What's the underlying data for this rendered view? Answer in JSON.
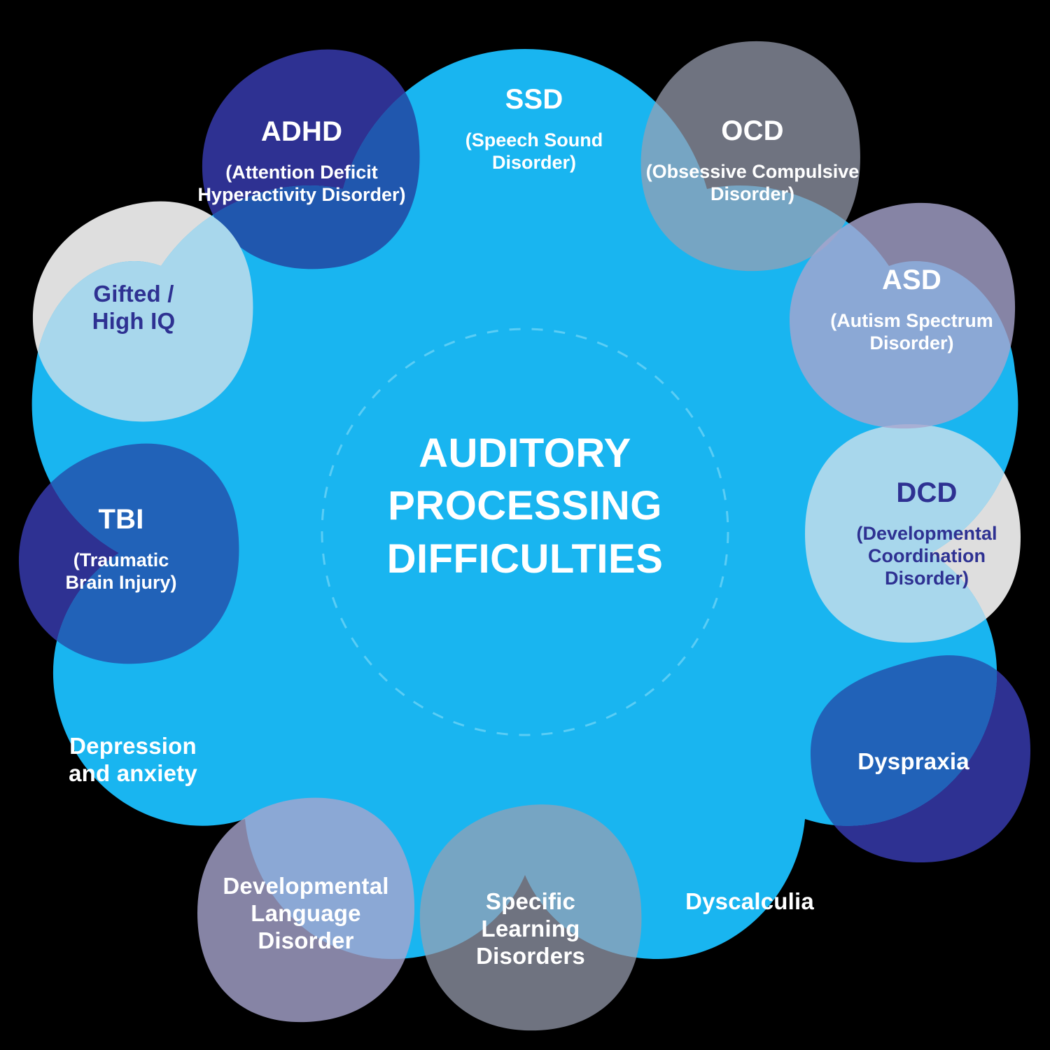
{
  "diagram": {
    "title": "AUDITORY\nPROCESSING\nDIFFICULTIES",
    "center_label": "AUDITORY PROCESSING DIFFICULTIES",
    "background_color": "#000000",
    "core_color": "#19B5F0"
  },
  "nodes": [
    {
      "id": "adhd",
      "abbr": "ADHD",
      "full": "(Attention Deficit\nHyperactivity Disorder)",
      "color": "#2E3192",
      "text_color": "#FFFFFF"
    },
    {
      "id": "ssd",
      "abbr": "SSD",
      "full": "(Speech Sound\nDisorder)",
      "color": "#19B5F0",
      "text_color": "#FFFFFF"
    },
    {
      "id": "ocd",
      "abbr": "OCD",
      "full": "(Obsessive Compulsive\nDisorder)",
      "color": "#8A90A4",
      "text_color": "#FFFFFF"
    },
    {
      "id": "asd",
      "abbr": "ASD",
      "full": "(Autism Spectrum\nDisorder)",
      "color": "#A7A5CE",
      "text_color": "#FFFFFF"
    },
    {
      "id": "dcd",
      "abbr": "DCD",
      "full": "(Developmental\nCoordination\nDisorder)",
      "color": "#DEDEDE",
      "text_color": "#2E3192"
    },
    {
      "id": "dyspraxia",
      "abbr": "Dyspraxia",
      "full": "",
      "color": "#2E3192",
      "text_color": "#FFFFFF"
    },
    {
      "id": "dyscalculia",
      "abbr": "Dyscalculia",
      "full": "",
      "color": "#19B5F0",
      "text_color": "#FFFFFF"
    },
    {
      "id": "sld",
      "abbr": "Specific\nLearning\nDisorders",
      "full": "",
      "color": "#8A90A4",
      "text_color": "#FFFFFF"
    },
    {
      "id": "dld",
      "abbr": "Developmental\nLanguage\nDisorder",
      "full": "",
      "color": "#A7A5CE",
      "text_color": "#FFFFFF"
    },
    {
      "id": "depression_anxiety",
      "abbr": "Depression\nand anxiety",
      "full": "",
      "color": "#19B5F0",
      "text_color": "#FFFFFF"
    },
    {
      "id": "tbi",
      "abbr": "TBI",
      "full": "(Traumatic\nBrain Injury)",
      "color": "#2E3192",
      "text_color": "#FFFFFF"
    },
    {
      "id": "gifted",
      "abbr": "Gifted /\nHigh IQ",
      "full": "",
      "color": "#DEDEDE",
      "text_color": "#2E3192"
    }
  ]
}
